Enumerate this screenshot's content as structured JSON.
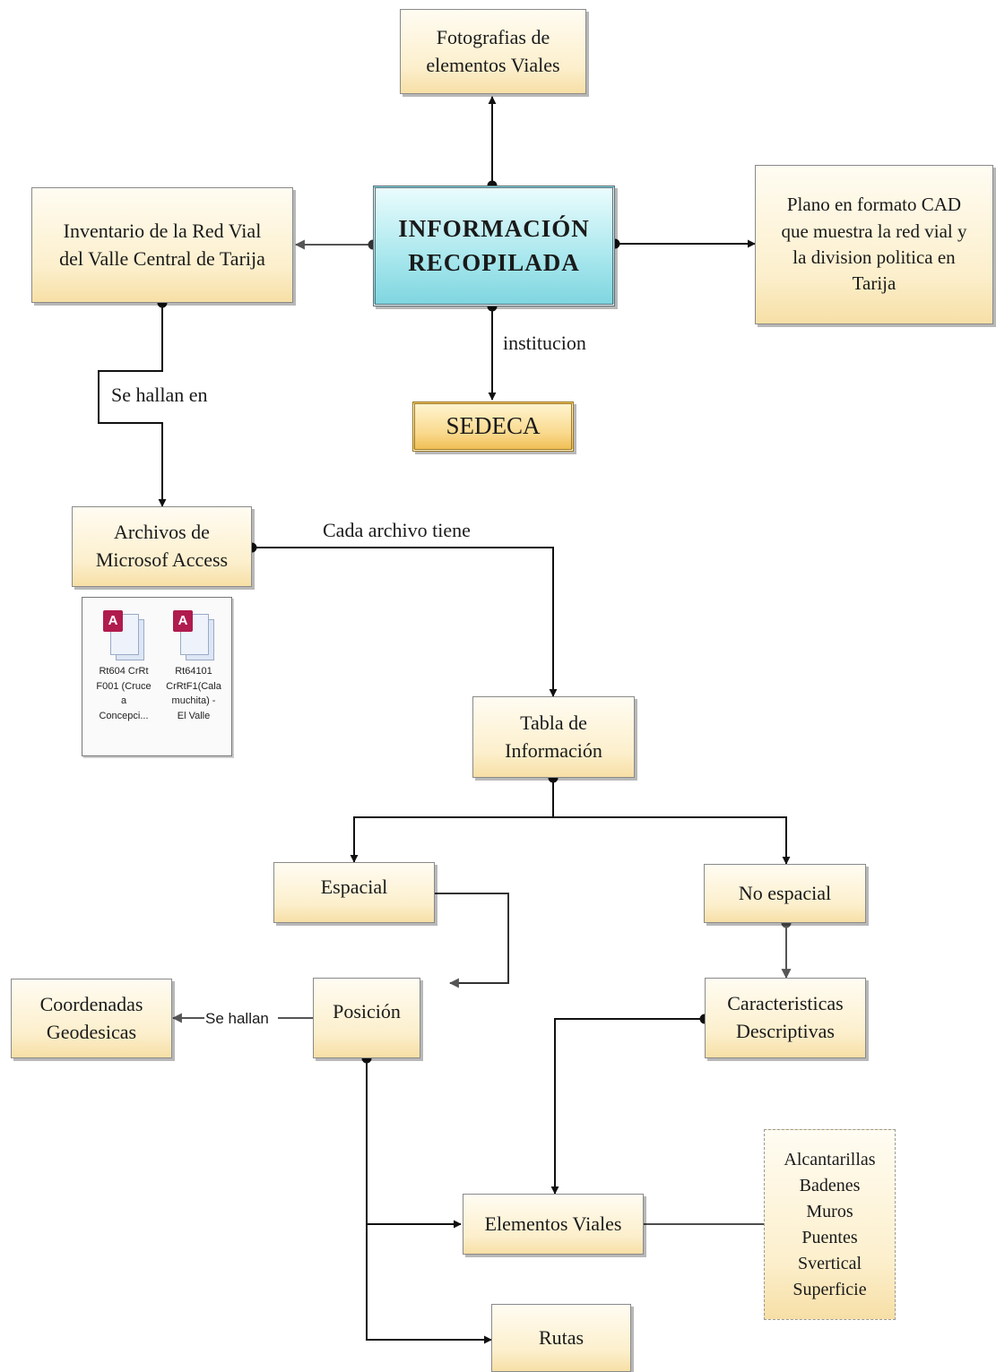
{
  "nodes": {
    "main": "INFORMACIÓN\nRECOPILADA",
    "photos": "Fotografias de\nelementos Viales",
    "inventory": "Inventario de la Red Vial\ndel Valle Central de Tarija",
    "cad_plan": "Plano  en formato CAD\nque muestra la red vial y\nla division politica en\nTarija",
    "sedeca": "SEDECA",
    "access_files": "Archivos de\nMicrosof Access",
    "info_table": "Tabla de\nInformación",
    "spatial": "Espacial",
    "non_spatial": "No espacial",
    "position": "Posición",
    "coordinates": "Coordenadas\nGeodesicas",
    "characteristics": "Caracteristicas\nDescriptivas",
    "road_elements": "Elementos Viales",
    "routes": "Rutas",
    "element_list": "Alcantarillas\nBadenes\nMuros\nPuentes\nSvertical\nSuperficie"
  },
  "edge_labels": {
    "institucion": "institucion",
    "se_hallan_en": "Se hallan en",
    "cada_archivo": "Cada archivo tiene",
    "se_hallan": "Se hallan"
  },
  "files": [
    {
      "badge": "A",
      "name": "Rt604 CrRt\nF001 (Cruce\na\nConcepci..."
    },
    {
      "badge": "A",
      "name": "Rt64101\nCrRtF1(Cala\nmuchita) -\nEl Valle"
    }
  ],
  "colors": {
    "node_fill": "#fcefcc",
    "main_fill": "#aee9ef",
    "sedeca_fill": "#f9d98d",
    "line": "#111111"
  }
}
